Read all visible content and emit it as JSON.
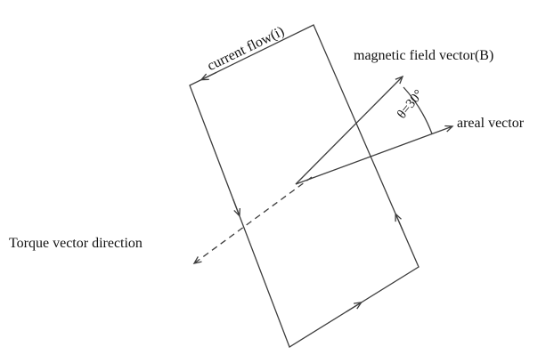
{
  "diagram": {
    "labels": {
      "current_flow": "current flow(i)",
      "magnetic_field": "magnetic field vector(B)",
      "angle": "θ=30°",
      "areal_vector": "areal vector",
      "torque": "Torque vector direction"
    },
    "angle_value": "30°",
    "colors": {
      "line": "#3d3d3d",
      "text": "#111111",
      "background": "#ffffff"
    }
  }
}
